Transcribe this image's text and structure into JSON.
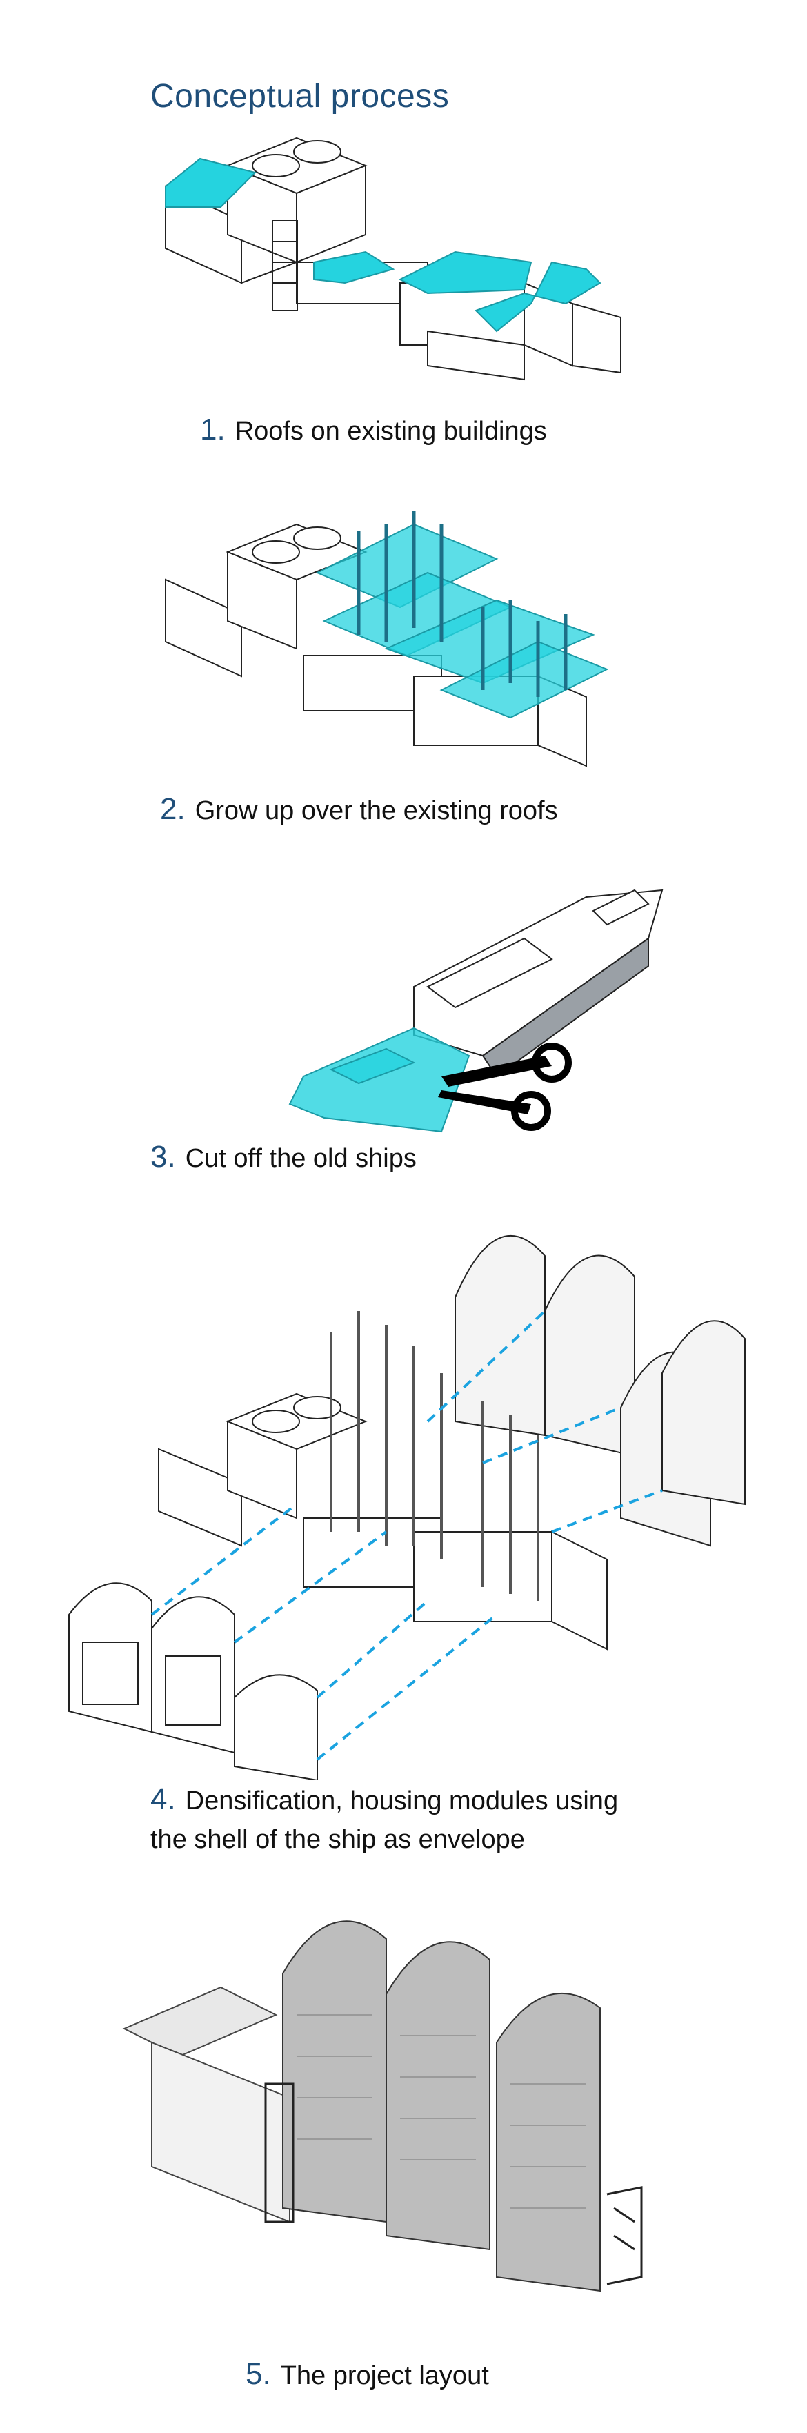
{
  "title": "Conceptual process",
  "steps": [
    {
      "num": "1.",
      "text": "Roofs on existing buildings"
    },
    {
      "num": "2.",
      "text": "Grow up over the existing roofs"
    },
    {
      "num": "3.",
      "text": "Cut off the old ships"
    },
    {
      "num": "4.",
      "text": "Densification, housing modules using",
      "text2": "the shell of the ship as envelope"
    },
    {
      "num": "5.",
      "text": "The project layout"
    }
  ],
  "colors": {
    "accent": "#25d3df",
    "title": "#1f4e79",
    "dash": "#1aa3e0",
    "line": "#222222"
  }
}
